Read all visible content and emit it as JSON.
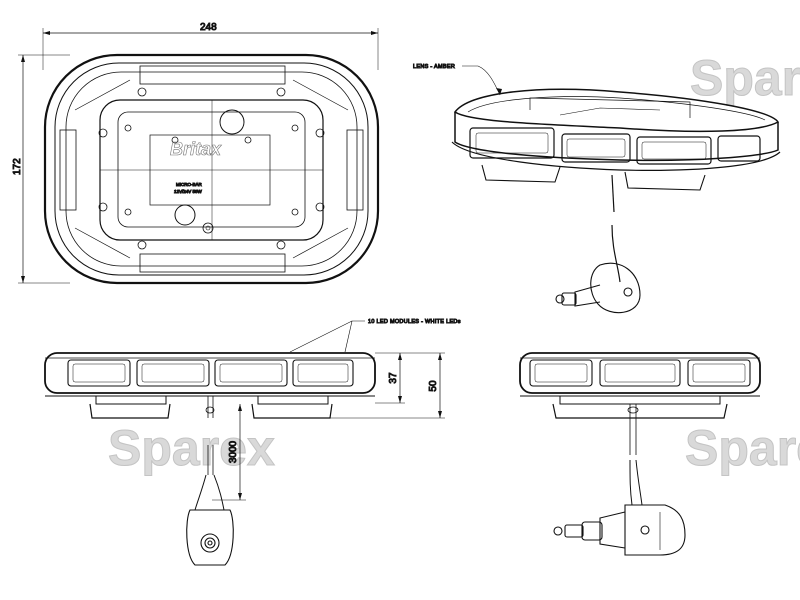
{
  "dimensions": {
    "overall_width": "248",
    "overall_depth": "172",
    "lens_height": "37",
    "overall_height": "50",
    "cable_length": "3000"
  },
  "callouts": {
    "lens": "LENS - AMBER",
    "led_modules": "10 LED MODULES - WHITE LEDs"
  },
  "product_markings": {
    "brand": "Britax",
    "model": "MICRO-BAR",
    "voltage_power": "12V/24V  58W"
  },
  "watermark": "Sparex"
}
